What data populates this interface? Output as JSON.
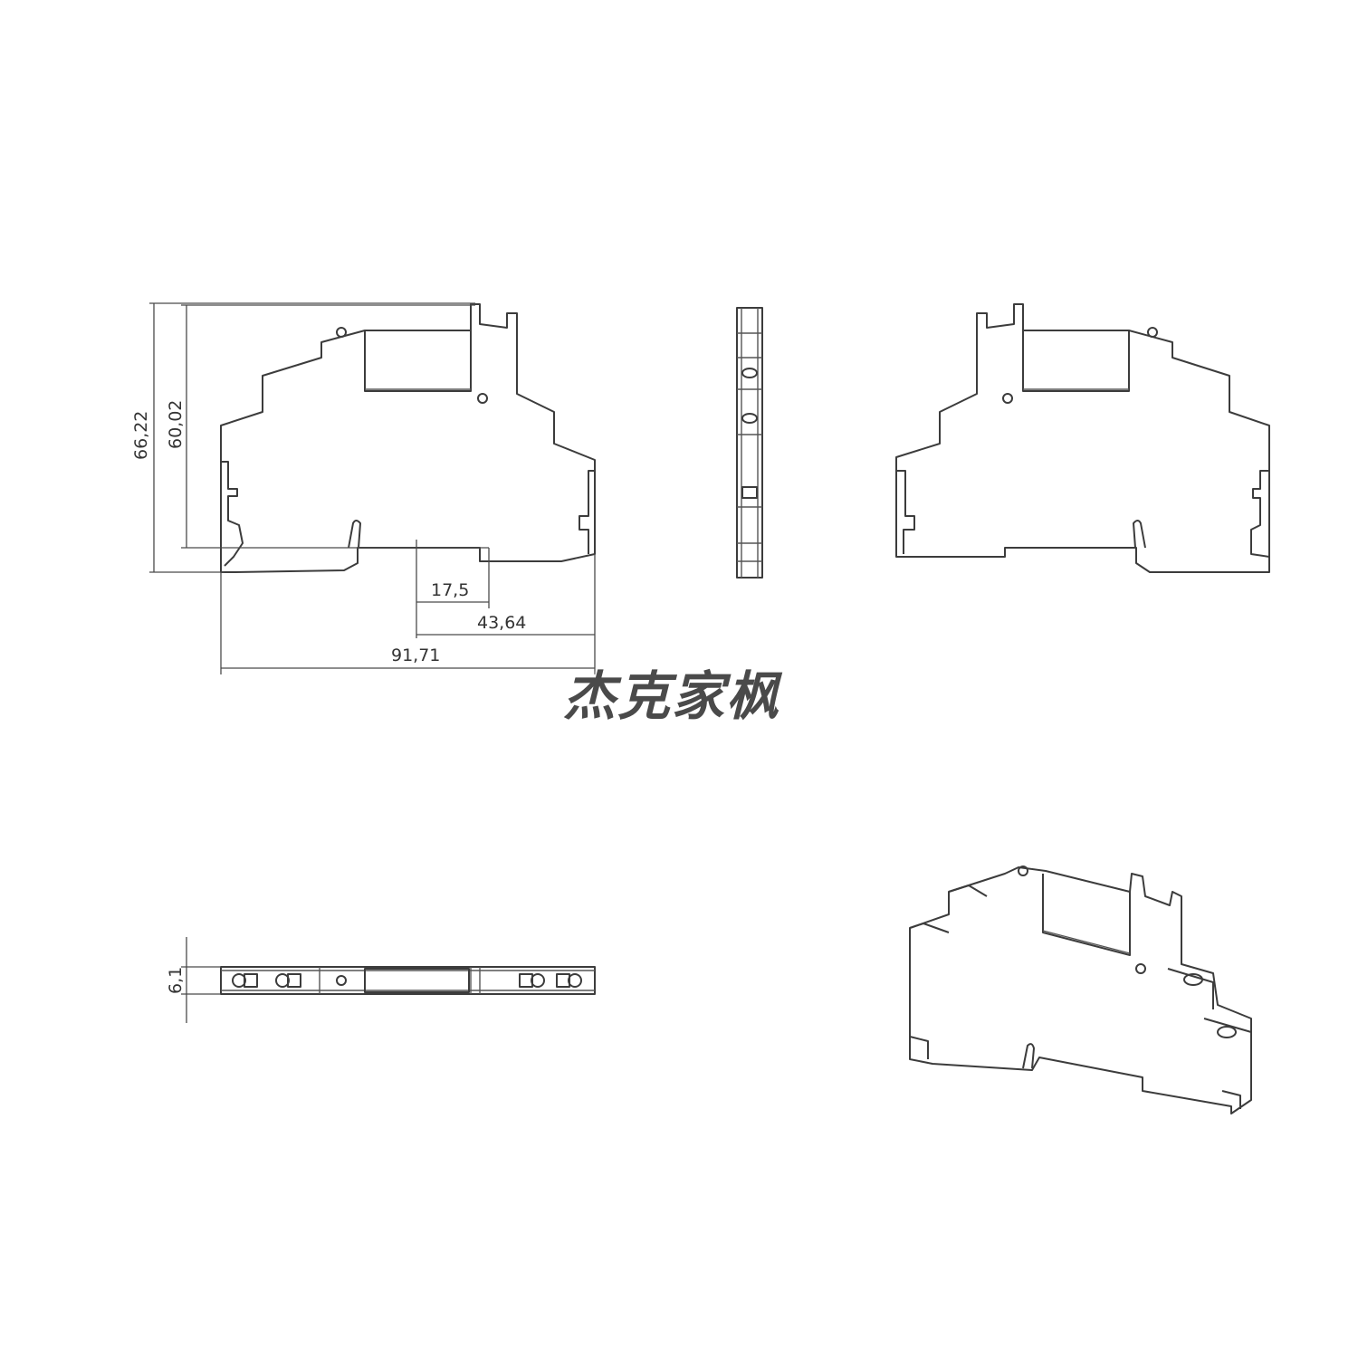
{
  "dimensions": {
    "overall_height": "66,22",
    "body_height": "60,02",
    "rail_offset": "17,5",
    "half_width": "43,64",
    "overall_width": "91,71",
    "thickness": "6,1"
  },
  "watermark": "杰克家枫",
  "colors": {
    "line": "#3c3c3c",
    "dimension": "#4a4a4a",
    "background": "#ffffff"
  }
}
